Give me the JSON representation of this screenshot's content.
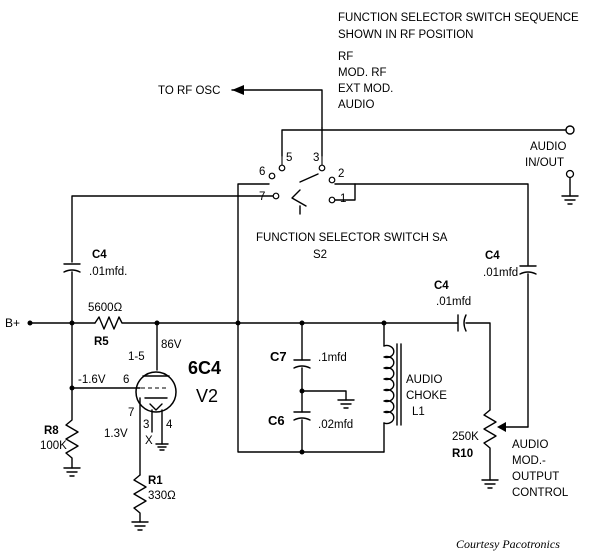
{
  "header": {
    "line1": "FUNCTION SELECTOR SWITCH SEQUENCE",
    "line2": "SHOWN IN RF POSITION",
    "seq": [
      "RF",
      "MOD. RF",
      "EXT MOD.",
      "AUDIO"
    ]
  },
  "labels": {
    "to_rf_osc": "TO RF OSC",
    "audio_io_1": "AUDIO",
    "audio_io_2": "IN/OUT",
    "switch_name": "FUNCTION SELECTOR SWITCH SA",
    "switch_ref": "S2",
    "sw_pins": [
      "6",
      "5",
      "3",
      "2",
      "7",
      "1"
    ],
    "c4_left": "C4",
    "c4_left_val": ".01mfd.",
    "c4_right": "C4",
    "c4_right_val": ".01mfd",
    "c4_mid": "C4",
    "c4_mid_val": ".01mfd",
    "bplus": "B+",
    "r5_val": "5600Ω",
    "r5": "R5",
    "v_86": "86V",
    "pins_15": "1-5",
    "tube": "6C4",
    "tube_ref": "V2",
    "v_neg16": "-1.6V",
    "pin6": "6",
    "pin7": "7",
    "pin3": "3",
    "pin4": "4",
    "pinX": "X",
    "v_13": "1.3V",
    "r8": "R8",
    "r8_val": "100K",
    "r1": "R1",
    "r1_val": "330Ω",
    "c7": "C7",
    "c7_val": ".1mfd",
    "c6": "C6",
    "c6_val": ".02mfd",
    "choke_1": "AUDIO",
    "choke_2": "CHOKE",
    "choke_3": "L1",
    "r10_val": "250K",
    "r10": "R10",
    "ctl_1": "AUDIO",
    "ctl_2": "MOD.-",
    "ctl_3": "OUTPUT",
    "ctl_4": "CONTROL",
    "credit": "Courtesy Pacotronics"
  }
}
